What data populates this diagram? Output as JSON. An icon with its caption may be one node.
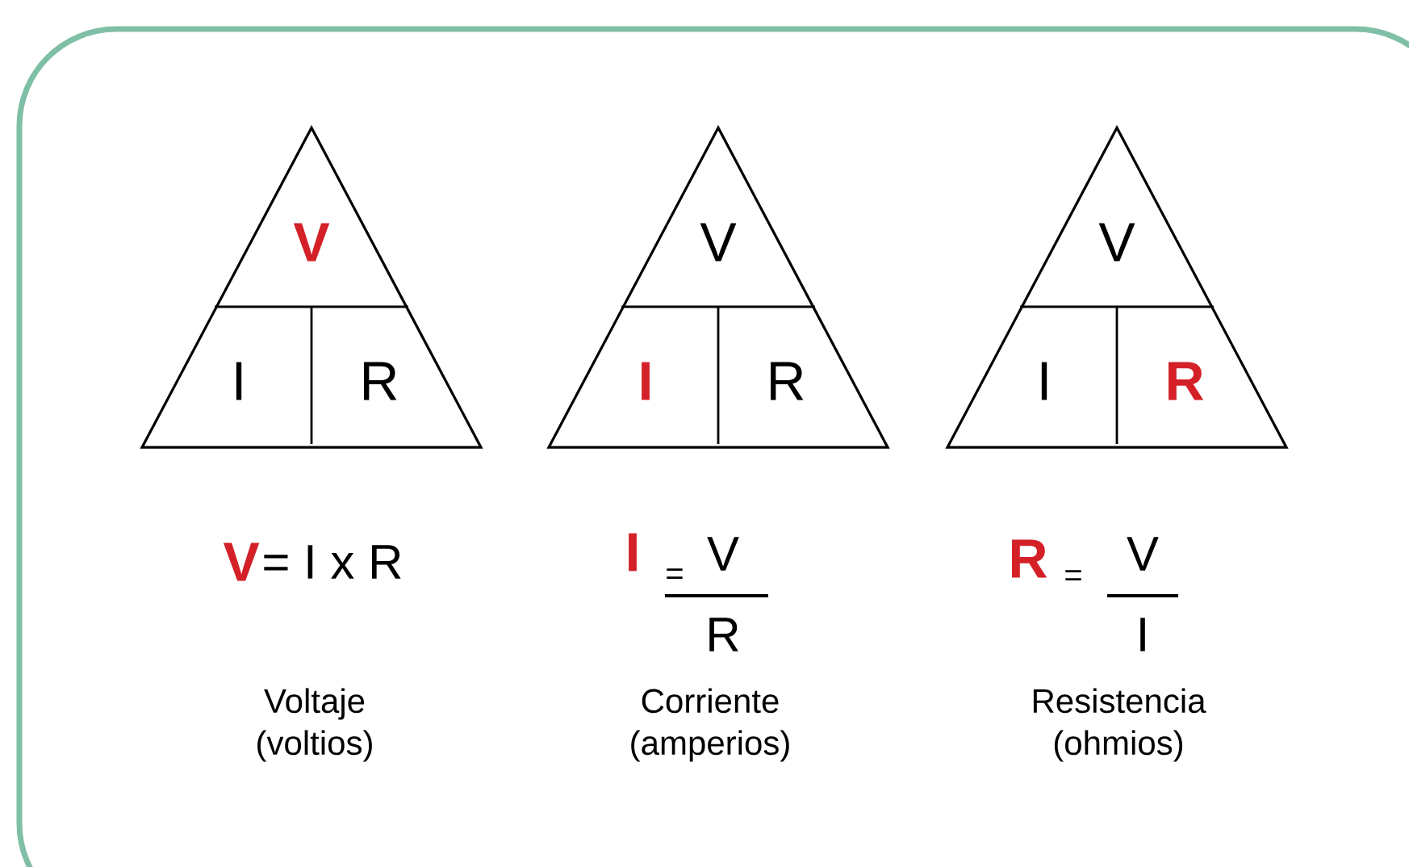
{
  "diagram": {
    "nodes": [
      {
        "text": [],
        "shape": "triangle"
      },
      {
        "text": [
          "V"
        ],
        "in": 0
      },
      {
        "text": [
          "I"
        ],
        "in": 0
      },
      {
        "text": [
          "R"
        ],
        "in": 0
      },
      {
        "text": [],
        "shape": "triangle"
      },
      {
        "text": [
          "V"
        ],
        "in": 4
      },
      {
        "text": [
          "I"
        ],
        "in": 4
      },
      {
        "text": [
          "R"
        ],
        "in": 4
      },
      {
        "text": [],
        "shape": "triangle"
      },
      {
        "text": [
          "V"
        ],
        "in": 8
      },
      {
        "text": [
          "I"
        ],
        "in": 8
      },
      {
        "text": [
          "R"
        ],
        "in": 8
      }
    ],
    "labels": [
      "V",
      "= I x R",
      "I",
      "=",
      "V",
      "R",
      "R",
      "=",
      "V",
      "I",
      "Voltaje (voltios)",
      "Corriente (amperios)",
      "Resistencia (ohmios)"
    ]
  }
}
